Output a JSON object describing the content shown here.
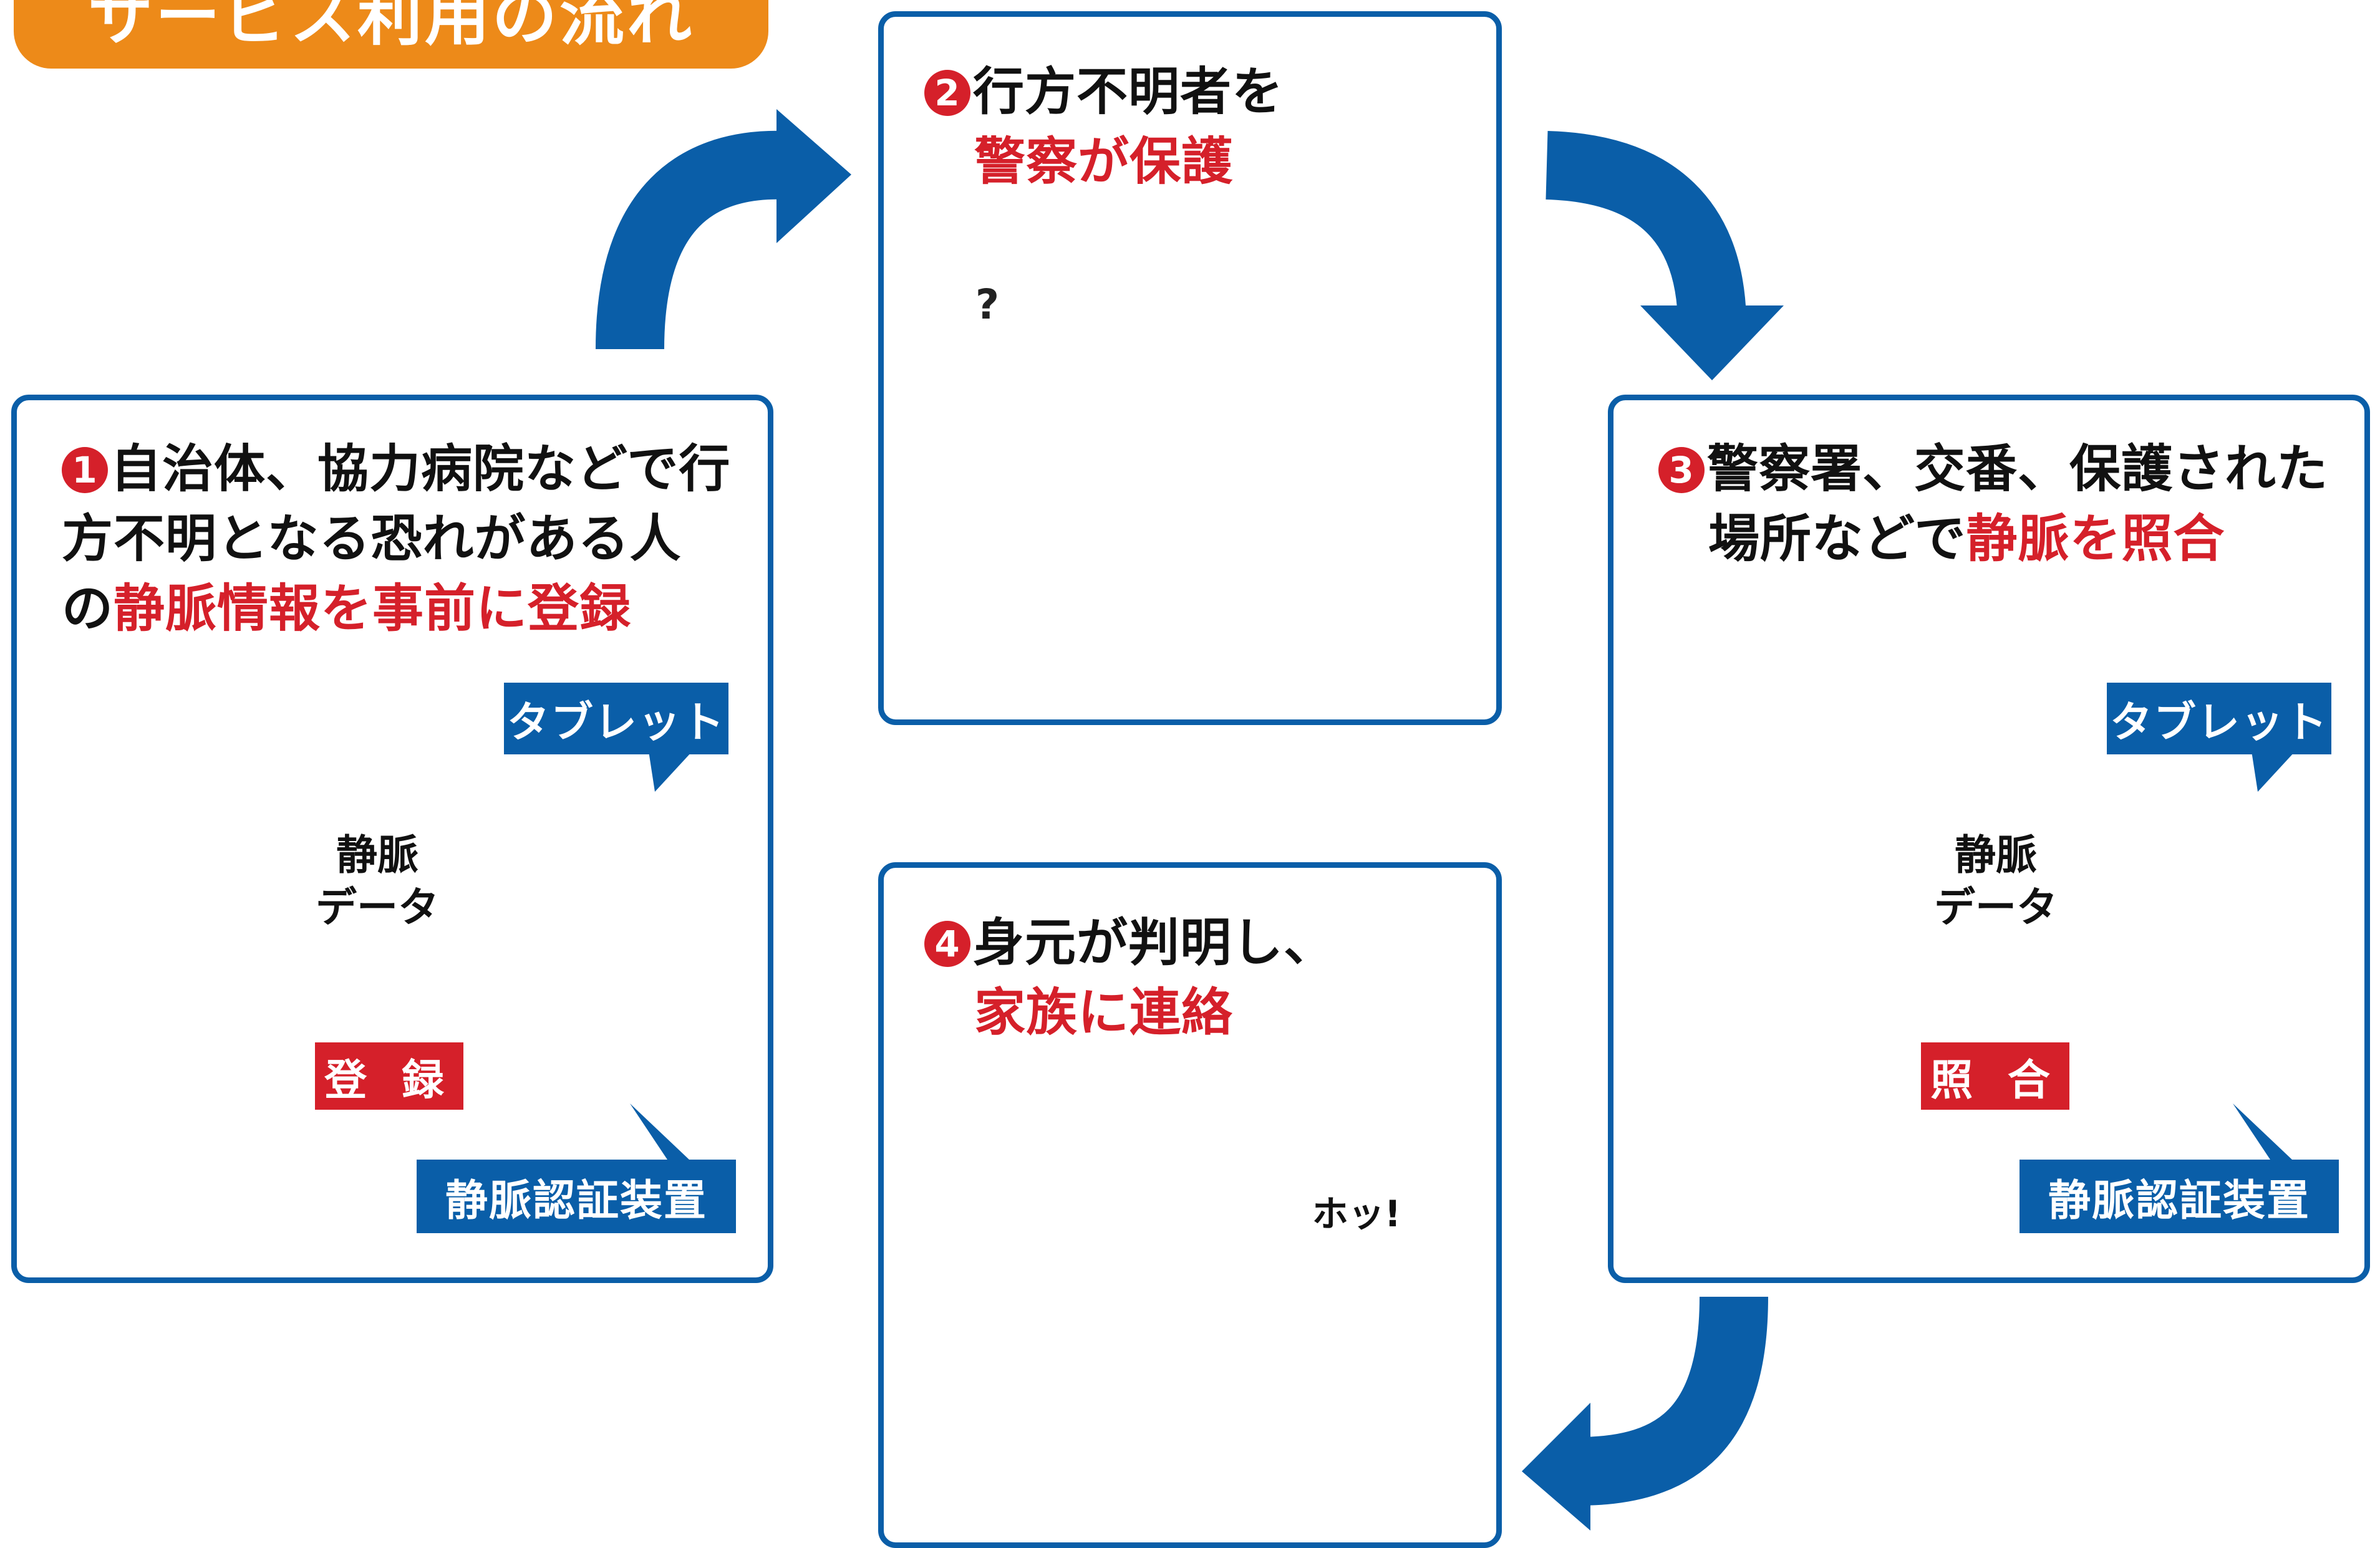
{
  "title": "サービス利用の流れ",
  "steps": [
    {
      "number": "1",
      "text_plain": "自治体、協力病院などで行方不明となる恐れがある人の",
      "line1": "自治体、協力病院などで行",
      "line2": "方不明となる恐れがある人",
      "line3_plain": "の",
      "line3_red": "静脈情報を事前に登録",
      "tablet_label": "タブレット",
      "vein_label_1": "静脈",
      "vein_label_2": "データ",
      "action_label": "登 録",
      "device_label": "静脈認証装置"
    },
    {
      "number": "2",
      "line1": "行方不明者を",
      "line2_red": "警察が保護",
      "question_mark": "?"
    },
    {
      "number": "3",
      "line1": "警察署、交番、保護された",
      "line2_plain": "場所などで",
      "line2_red": "静脈を照合",
      "tablet_label": "タブレット",
      "vein_label_1": "静脈",
      "vein_label_2": "データ",
      "action_label": "照 合",
      "device_label": "静脈認証装置"
    },
    {
      "number": "4",
      "line1": "身元が判明し、",
      "line2_red": "家族に連絡",
      "bubble_text": "ホッ!"
    }
  ],
  "colors": {
    "accent_orange": "#ed8a19",
    "blue": "#0a5ea8",
    "red": "#d5202a"
  }
}
